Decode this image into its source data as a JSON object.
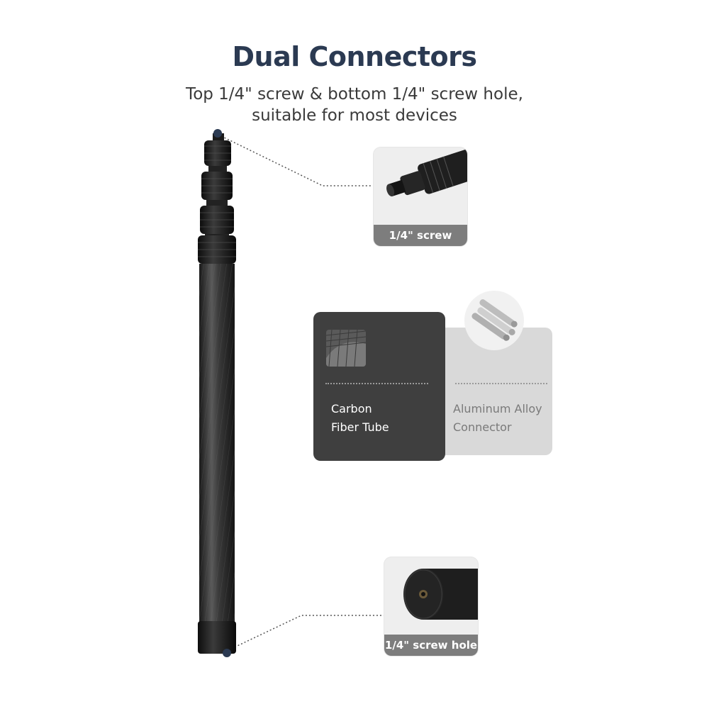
{
  "header": {
    "title": "Dual Connectors",
    "subtitle_line1": "Top 1/4\" screw & bottom 1/4\" screw hole,",
    "subtitle_line2": "suitable for most devices"
  },
  "callouts": {
    "top_label": "1/4\" screw",
    "bottom_label": "1/4\" screw hole"
  },
  "materials": {
    "dark": {
      "line1": "Carbon",
      "line2": "Fiber Tube"
    },
    "light": {
      "line1": "Aluminum Alloy",
      "line2": "Connector"
    }
  },
  "colors": {
    "title": "#2b3a52",
    "dot_marker": "#2b3a52",
    "dark_card": "#3f3f3f",
    "light_card": "#d9d9d9",
    "label_bar": "#7d7d7d"
  }
}
